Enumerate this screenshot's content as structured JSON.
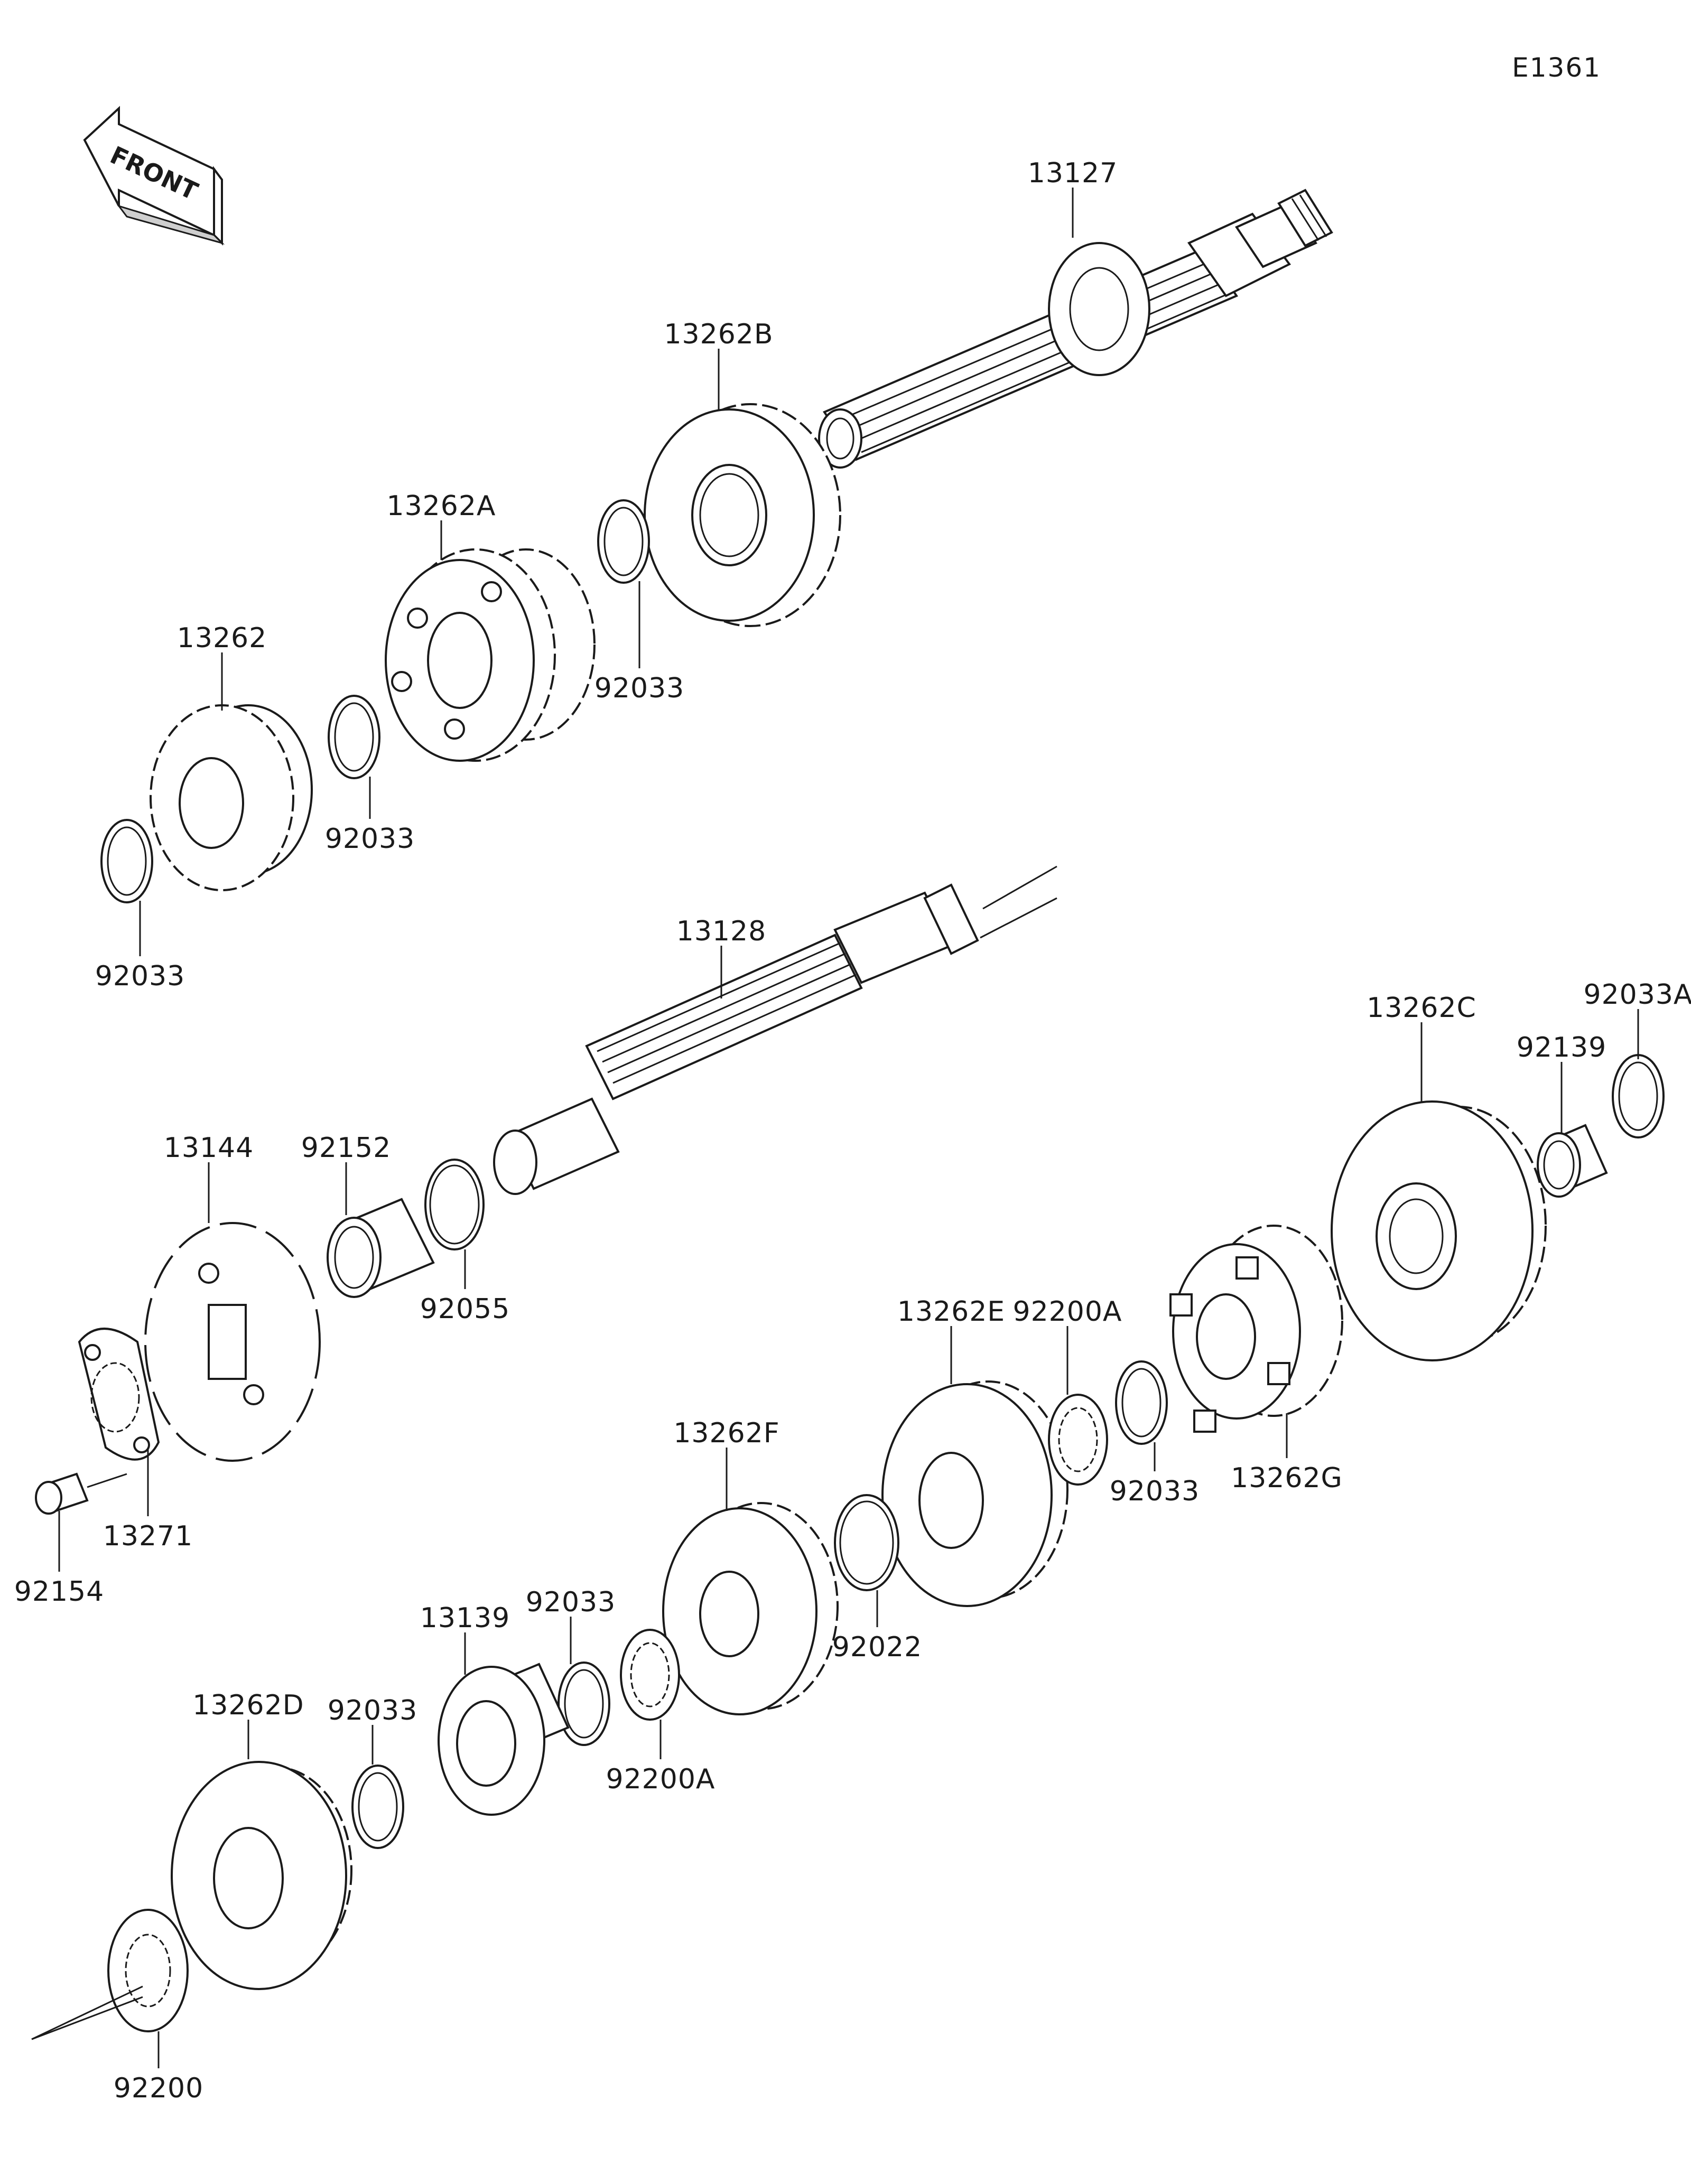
{
  "diagram_code": "E1361",
  "front_label": "FRONT",
  "parts": [
    {
      "id": "p13127",
      "label": "13127"
    },
    {
      "id": "p13262B",
      "label": "13262B"
    },
    {
      "id": "p13262A",
      "label": "13262A"
    },
    {
      "id": "p13262",
      "label": "13262"
    },
    {
      "id": "p92033_a",
      "label": "92033"
    },
    {
      "id": "p92033_b",
      "label": "92033"
    },
    {
      "id": "p92033_c",
      "label": "92033"
    },
    {
      "id": "p13128",
      "label": "13128"
    },
    {
      "id": "p13262C",
      "label": "13262C"
    },
    {
      "id": "p92033A",
      "label": "92033A"
    },
    {
      "id": "p92139",
      "label": "92139"
    },
    {
      "id": "p13144",
      "label": "13144"
    },
    {
      "id": "p92152",
      "label": "92152"
    },
    {
      "id": "p92055",
      "label": "92055"
    },
    {
      "id": "p13262E",
      "label": "13262E"
    },
    {
      "id": "p92200A_a",
      "label": "92200A"
    },
    {
      "id": "p92033_d",
      "label": "92033"
    },
    {
      "id": "p13262G",
      "label": "13262G"
    },
    {
      "id": "p13271",
      "label": "13271"
    },
    {
      "id": "p92154",
      "label": "92154"
    },
    {
      "id": "p13262F",
      "label": "13262F"
    },
    {
      "id": "p92022",
      "label": "92022"
    },
    {
      "id": "p92033_e",
      "label": "92033"
    },
    {
      "id": "p13139",
      "label": "13139"
    },
    {
      "id": "p92200A_b",
      "label": "92200A"
    },
    {
      "id": "p13262D",
      "label": "13262D"
    },
    {
      "id": "p92033_f",
      "label": "92033"
    },
    {
      "id": "p92200",
      "label": "92200"
    }
  ]
}
